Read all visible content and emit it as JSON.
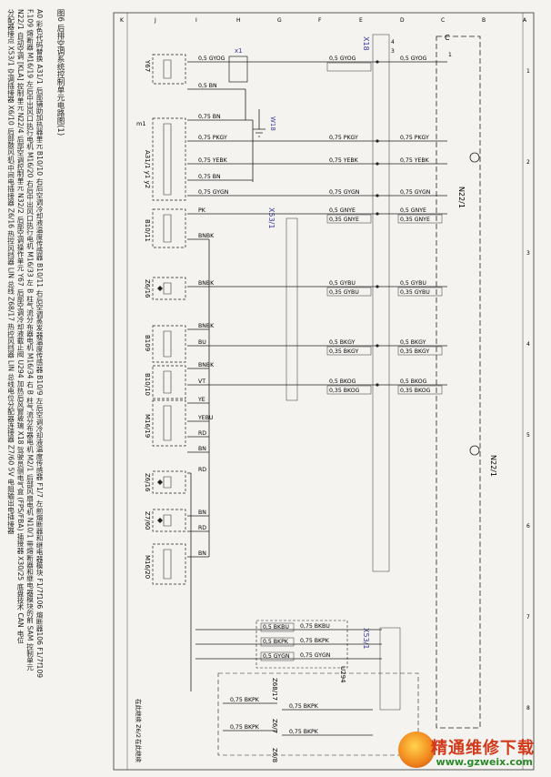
{
  "caption": {
    "lines": [
      "A0 彩色代码替换  A31/1 后部辅助加热器单元  B10/10 右后空调冷却液温度传感器  B10/11 右后空调蒸发器温度传感器  B10/9 左后空调冷却液温度传感器  F1/7 左前熔断器和继电器模块  F1/7f106 熔断器106  F1/7f109",
      "F.109 熔断器  M16/19 左后中出风口执行电机  M16/20 右后中出风口执行电机  M16/33 左 B 柱气流分布器电机  M16/34 右 B 柱气流分布器电机  M2/1 后部风扇电机  N10/1 带熔断器和继电器模块的前 SAM 控制单元",
      "N22/1 自动空调 [KLA] 控制单元  N22/4 后部空调控制单元  N32/2 后部空调操作单元  Y67 后部空调冷却液截止阀  U294 加热后风窗玻璃  X18 驾驶员侧电气盒 (FPS/FBA) 插接器  X30/25 底盘技术 CAN 电位",
      "分配器接点  X53/1 空调插接器  X6/10 后部鼓风机/中间电插接器  Z6/16 热控风挡器 LIN 总线  Z68/17 热控风挡器 LIN 总线电位分配器连接器  Z7/60 5V 电阻输出电插接器"
    ],
    "title": "图6  后排空调系统控制单元电路图(1)"
  },
  "watermark": {
    "text": "精通维修下载",
    "url": "www.gzweix.com"
  },
  "grid": {
    "rows": [
      "A",
      "B",
      "C",
      "D",
      "E",
      "F",
      "G",
      "H",
      "I",
      "J",
      "K"
    ],
    "cols": [
      "1",
      "2",
      "3",
      "4",
      "5",
      "6",
      "7",
      "8"
    ]
  },
  "connectors": {
    "x18": "X18",
    "x1": "x1",
    "w18": "W18",
    "x53_1a": "X53/1",
    "x53_1b": "X53/1",
    "u294": "U294",
    "c": "C",
    "c_pin": "1",
    "x18_pins": [
      "4",
      "3"
    ],
    "z6_17": "Z68/17",
    "z6_7": "Z6/7",
    "z6_8": "Z6/8"
  },
  "control_units": {
    "n22_1_top": "N22/1",
    "n22_1_bottom": "N22/1"
  },
  "components": [
    {
      "id": "Y67",
      "label": "Y67"
    },
    {
      "id": "A31_1",
      "label": "A31/1 y1  y2",
      "sub": "m1"
    },
    {
      "id": "B10_11",
      "label": "B10/11"
    },
    {
      "id": "Z6_16a",
      "label": "Z6/16"
    },
    {
      "id": "B10_9",
      "label": "B109"
    },
    {
      "id": "B10_10",
      "label": "B10/10"
    },
    {
      "id": "M16_19",
      "label": "M16/19"
    },
    {
      "id": "Z6_16b",
      "label": "Z6/16"
    },
    {
      "id": "Z7_60",
      "label": "Z7/60"
    },
    {
      "id": "M16_20",
      "label": "M16/20"
    }
  ],
  "wires": [
    {
      "label_left": "0,5 GYOG",
      "label_mid": "0,5 GYOG",
      "label_right": "0,5 GYOG"
    },
    {
      "label_left": "0,5 BN"
    },
    {
      "label_left": "0,75 BN"
    },
    {
      "label_left": "0,75 PKGY",
      "label_right": "0,75 PKGY"
    },
    {
      "label_left": "0,75 YEBK",
      "label_right": "0,75 YEBK"
    },
    {
      "label_left": "0,75 BN"
    },
    {
      "label_left": "0,75 GYGN",
      "label_right": "0,75 GYGN"
    },
    {
      "label_left": "PK",
      "label_mid": "0,5 GNYE",
      "label_mid2": "0,35 GNYE",
      "label_right": "0,5 GNYE",
      "label_right2": "0,35 GNYE"
    },
    {
      "label_left": "BNBK"
    },
    {
      "label_left": "BNBK",
      "label_mid": "0,5 GYBU",
      "label_mid2": "0,35 GYBU",
      "label_right": "0,5 GYBU",
      "label_right2": "0,35 GYBU"
    },
    {
      "label_left": "BNBK"
    },
    {
      "label_left": "BU",
      "label_mid": "0,5 BKGY",
      "label_mid2": "0,35 BKGY",
      "label_right": "0,5 BKGY",
      "label_right2": "0,35 BKGY"
    },
    {
      "label_left": "BNBK"
    },
    {
      "label_left": "VT",
      "label_mid": "0,5 BKOG",
      "label_mid2": "0,35 BKOG",
      "label_right": "0,5 BKOG",
      "label_right2": "0,35 BKOG"
    },
    {
      "label_left": "YE"
    },
    {
      "label_left": "YEBU"
    },
    {
      "label_left": "RD"
    },
    {
      "label_left": "BN"
    },
    {
      "label_left": "RD"
    },
    {
      "label_left": "BN"
    },
    {
      "label_left": "RD"
    },
    {
      "label_left": "BN"
    }
  ],
  "lower_wires": [
    {
      "a": "0,5 BKBU",
      "b": "0,75 BKBU"
    },
    {
      "a": "0,5 BKPK",
      "b": "0,75 BKPK"
    },
    {
      "a": "0,5 GYGN",
      "b": "0,75 GYGN"
    }
  ],
  "bottom_wires": [
    "0,75 BKPK",
    "0,75 BKPK",
    "0,75 BKPK",
    "0,75 BKPK"
  ],
  "margin_notes": [
    "在此继续 Z6/2",
    "在此继续"
  ]
}
